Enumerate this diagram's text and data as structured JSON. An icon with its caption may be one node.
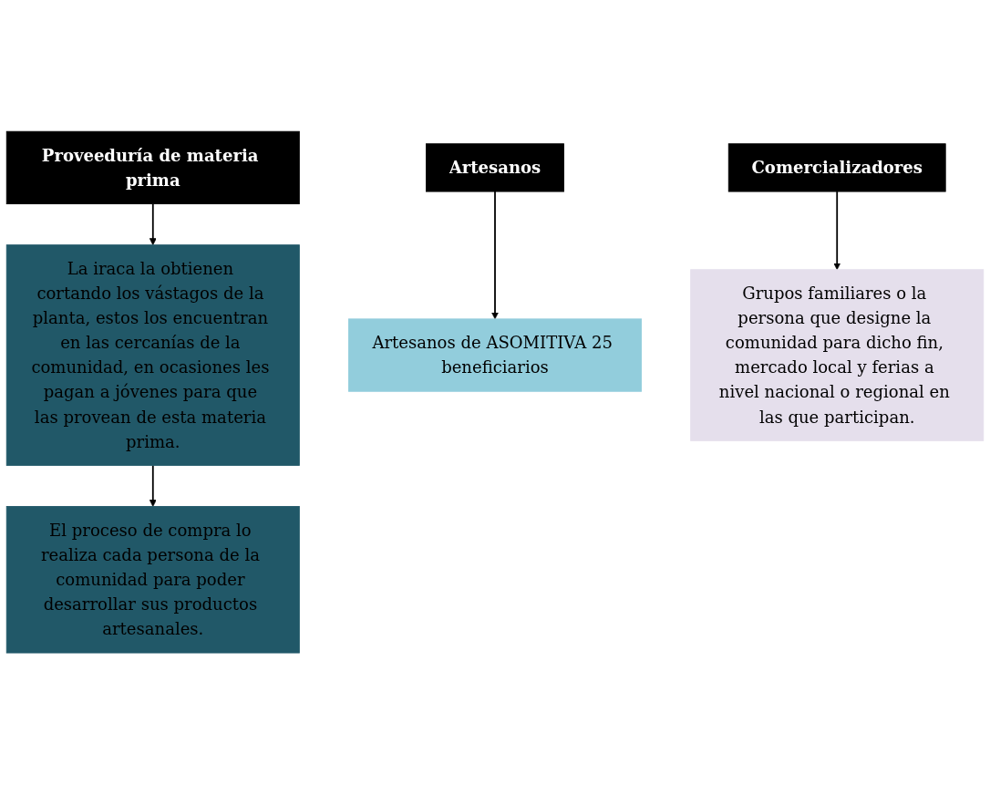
{
  "diagram": {
    "nodes": [
      {
        "text": [
          "Proveeduría de materia prima"
        ]
      },
      {
        "text": [
          "La iraca la obtienen cortando los vástagos de la planta, estos los encuentran en las cercanías de la comunidad, en ocasiones les pagan a jóvenes para que las provean de esta materia prima."
        ]
      },
      {
        "text": [
          "El proceso de compra lo realiza cada persona de la comunidad para poder desarrollar sus productos artesanales."
        ]
      },
      {
        "text": [
          "Artesanos"
        ]
      },
      {
        "text": [
          "Artesanos de ASOMITIVA 25 beneficiarios"
        ]
      },
      {
        "text": [
          "Comercializadores"
        ]
      },
      {
        "text": [
          "Grupos familiares o la persona que designe la comunidad para dicho fin, mercado local y ferias a nivel nacional o regional en las que participan."
        ]
      }
    ],
    "edges": [
      {
        "from": 0,
        "to": 1,
        "arrow": "to"
      },
      {
        "from": 1,
        "to": 2,
        "arrow": "to"
      },
      {
        "from": 3,
        "to": 4,
        "arrow": "to"
      },
      {
        "from": 5,
        "to": 6,
        "arrow": "to"
      }
    ]
  }
}
